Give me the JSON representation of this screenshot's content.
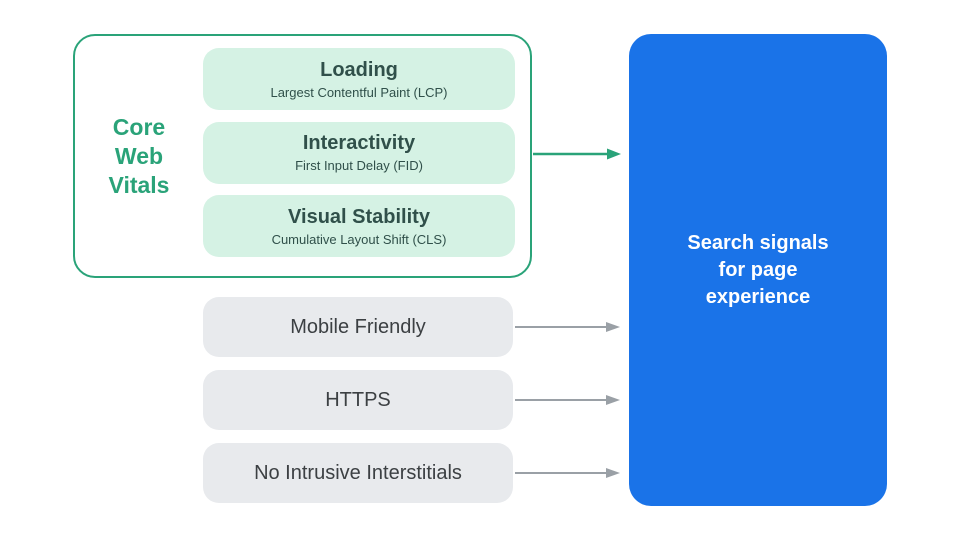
{
  "diagram_title": "Search signals for page experience",
  "colors": {
    "teal": "#2AA379",
    "mint_pill": "#D5F2E4",
    "gray_pill": "#E8EAED",
    "gray_arrow": "#9AA0A6",
    "blue_box": "#1A73E8",
    "dark_text": "#3C4043",
    "green_text": "#30504A",
    "white_text": "#FFFFFF"
  },
  "core_web_vitals": {
    "label_lines": [
      "Core",
      "Web",
      "Vitals"
    ],
    "items": [
      {
        "title": "Loading",
        "subtitle": "Largest Contentful Paint (LCP)"
      },
      {
        "title": "Interactivity",
        "subtitle": "First Input Delay (FID)"
      },
      {
        "title": "Visual Stability",
        "subtitle": "Cumulative Layout Shift (CLS)"
      }
    ]
  },
  "other_signals": [
    {
      "label": "Mobile Friendly"
    },
    {
      "label": "HTTPS"
    },
    {
      "label": "No Intrusive Interstitials"
    }
  ],
  "result": {
    "label_lines": [
      "Search signals",
      "for page",
      "experience"
    ]
  }
}
